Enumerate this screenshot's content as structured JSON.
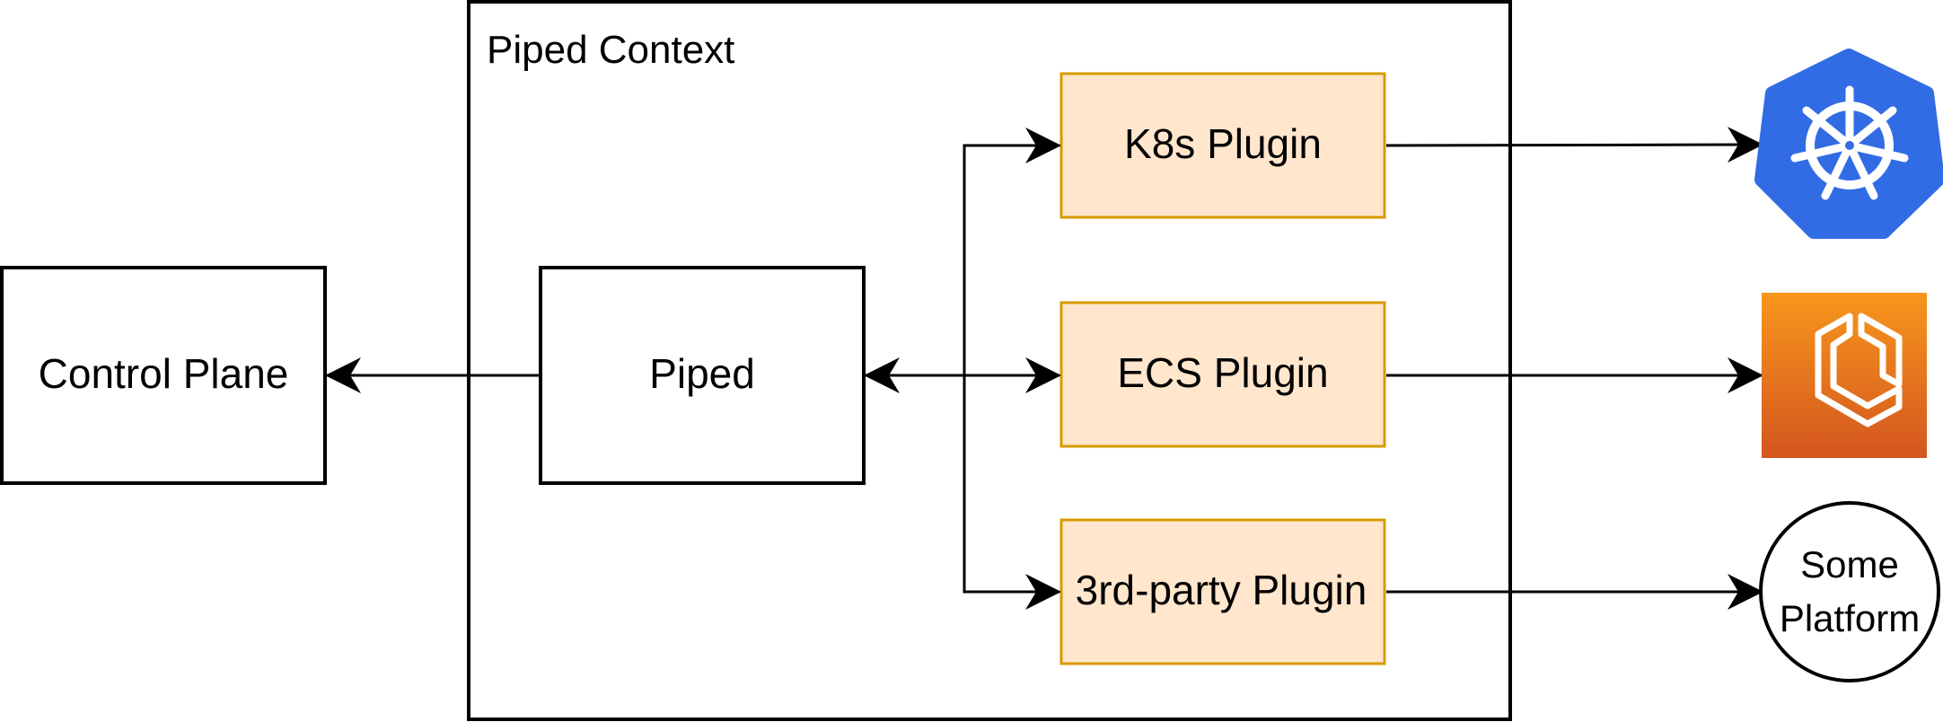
{
  "diagram": {
    "context_label": "Piped Context",
    "control_plane_label": "Control Plane",
    "piped_label": "Piped",
    "plugins": {
      "k8s": "K8s Plugin",
      "ecs": "ECS Plugin",
      "third_party": "3rd-party Plugin"
    },
    "targets": {
      "kubernetes": "kubernetes-icon",
      "ecs": "aws-ecs-icon",
      "some_platform": [
        "Some",
        "Platform"
      ]
    },
    "colors": {
      "plugin_fill": "#FFE6CC",
      "plugin_border": "#D79B00",
      "kubernetes_blue": "#326CE5",
      "ecs_orange_top": "#F7961C",
      "ecs_orange_bottom": "#D4561F"
    }
  }
}
